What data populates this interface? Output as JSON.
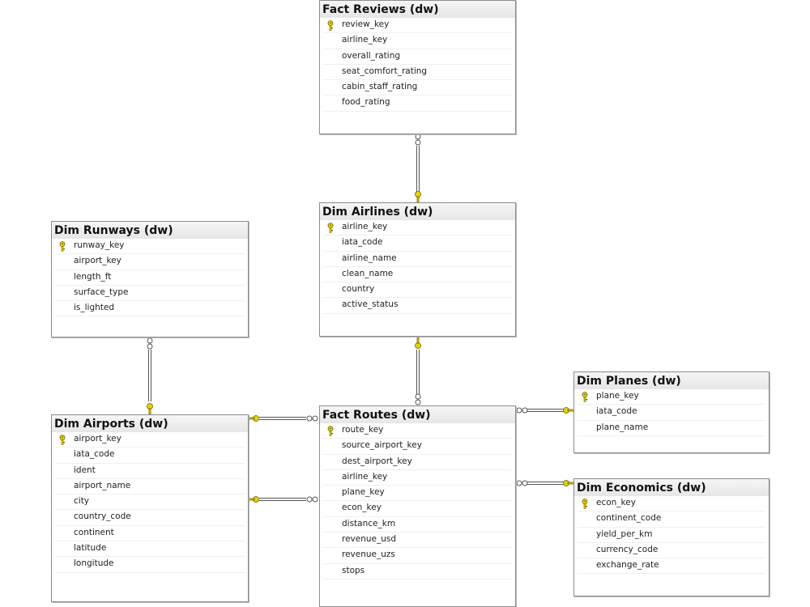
{
  "tables": {
    "fact_reviews": {
      "title": "Fact Reviews (dw)",
      "columns": [
        {
          "name": "review_key",
          "pk": true
        },
        {
          "name": "airline_key",
          "pk": false
        },
        {
          "name": "overall_rating",
          "pk": false
        },
        {
          "name": "seat_comfort_rating",
          "pk": false
        },
        {
          "name": "cabin_staff_rating",
          "pk": false
        },
        {
          "name": "food_rating",
          "pk": false
        }
      ]
    },
    "dim_runways": {
      "title": "Dim  Runways (dw)",
      "columns": [
        {
          "name": "runway_key",
          "pk": true
        },
        {
          "name": "airport_key",
          "pk": false
        },
        {
          "name": "length_ft",
          "pk": false
        },
        {
          "name": "surface_type",
          "pk": false
        },
        {
          "name": "is_lighted",
          "pk": false
        }
      ]
    },
    "dim_airlines": {
      "title": "Dim Airlines (dw)",
      "columns": [
        {
          "name": "airline_key",
          "pk": true
        },
        {
          "name": "iata_code",
          "pk": false
        },
        {
          "name": "airline_name",
          "pk": false
        },
        {
          "name": "clean_name",
          "pk": false
        },
        {
          "name": "country",
          "pk": false
        },
        {
          "name": "active_status",
          "pk": false
        }
      ]
    },
    "dim_planes": {
      "title": "Dim  Planes (dw)",
      "columns": [
        {
          "name": "plane_key",
          "pk": true
        },
        {
          "name": "iata_code",
          "pk": false
        },
        {
          "name": "plane_name",
          "pk": false
        }
      ]
    },
    "dim_airports": {
      "title": "Dim Airports (dw)",
      "columns": [
        {
          "name": "airport_key",
          "pk": true
        },
        {
          "name": "iata_code",
          "pk": false
        },
        {
          "name": "ident",
          "pk": false
        },
        {
          "name": "airport_name",
          "pk": false
        },
        {
          "name": "city",
          "pk": false
        },
        {
          "name": "country_code",
          "pk": false
        },
        {
          "name": "continent",
          "pk": false
        },
        {
          "name": "latitude",
          "pk": false
        },
        {
          "name": "longitude",
          "pk": false
        }
      ]
    },
    "fact_routes": {
      "title": "Fact  Routes (dw)",
      "columns": [
        {
          "name": "route_key",
          "pk": true
        },
        {
          "name": "source_airport_key",
          "pk": false
        },
        {
          "name": "dest_airport_key",
          "pk": false
        },
        {
          "name": "airline_key",
          "pk": false
        },
        {
          "name": "plane_key",
          "pk": false
        },
        {
          "name": "econ_key",
          "pk": false
        },
        {
          "name": "distance_km",
          "pk": false
        },
        {
          "name": "revenue_usd",
          "pk": false
        },
        {
          "name": "revenue_uzs",
          "pk": false
        },
        {
          "name": "stops",
          "pk": false
        }
      ]
    },
    "dim_economics": {
      "title": "Dim  Economics (dw)",
      "columns": [
        {
          "name": "econ_key",
          "pk": true
        },
        {
          "name": "continent_code",
          "pk": false
        },
        {
          "name": "yield_per_km",
          "pk": false
        },
        {
          "name": "currency_code",
          "pk": false
        },
        {
          "name": "exchange_rate",
          "pk": false
        }
      ]
    }
  },
  "relationships": [
    {
      "from": "fact_reviews",
      "to": "dim_airlines"
    },
    {
      "from": "dim_runways",
      "to": "dim_airports"
    },
    {
      "from": "fact_routes",
      "to": "dim_airlines"
    },
    {
      "from": "fact_routes",
      "to": "dim_airports",
      "via": "source_airport_key"
    },
    {
      "from": "fact_routes",
      "to": "dim_airports",
      "via": "dest_airport_key"
    },
    {
      "from": "fact_routes",
      "to": "dim_planes"
    },
    {
      "from": "fact_routes",
      "to": "dim_economics"
    }
  ],
  "colors": {
    "key_icon": "#e8d200",
    "line": "#555555",
    "header_bg": "#ececec"
  }
}
